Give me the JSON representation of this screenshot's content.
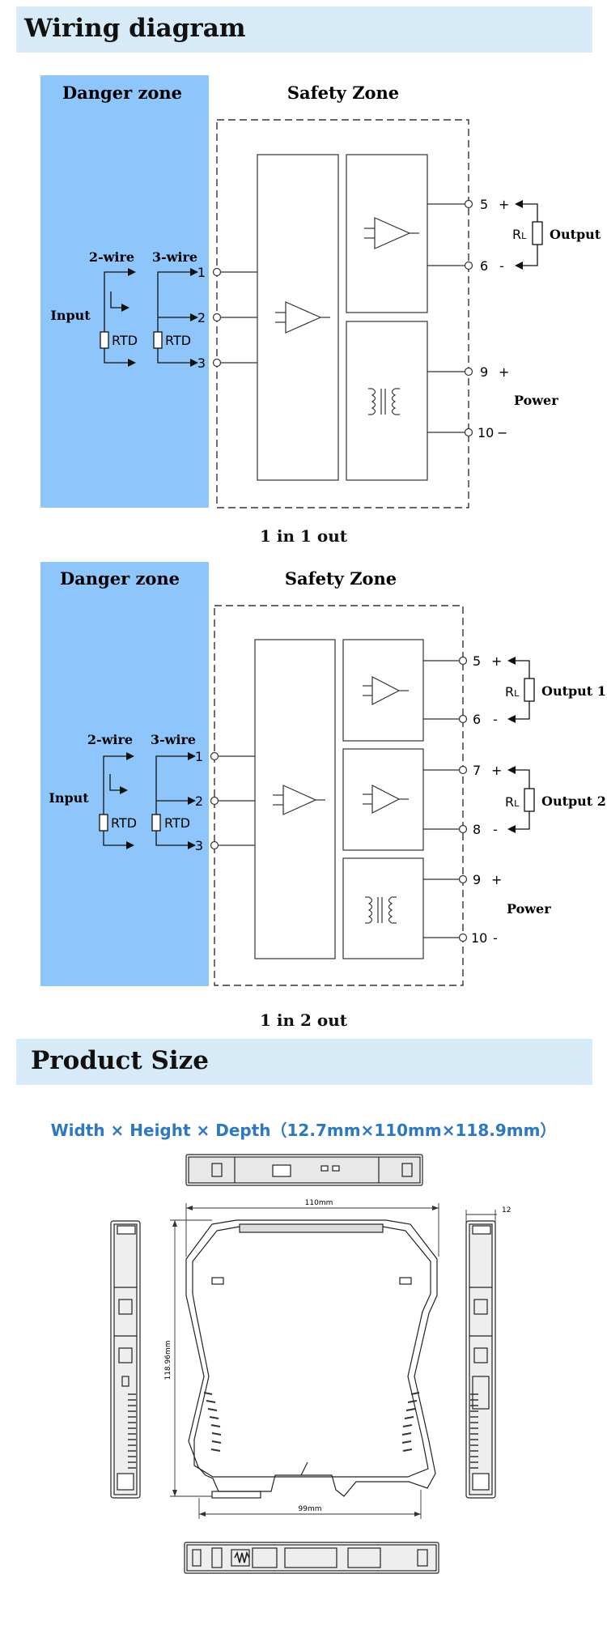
{
  "sections": {
    "wiring_title": "Wiring diagram",
    "size_title": "Product Size"
  },
  "diagram1": {
    "danger_label": "Danger zone",
    "safety_label": "Safety Zone",
    "input_label": "Input",
    "two_wire": "2-wire",
    "three_wire": "3-wire",
    "rtd": "RTD",
    "terminals_in": [
      "1",
      "2",
      "3"
    ],
    "out_terminals": [
      "5",
      "6"
    ],
    "out_signs": [
      "+",
      "-"
    ],
    "power_terminals": [
      "9",
      "10"
    ],
    "power_signs": [
      "+",
      "−"
    ],
    "rl_main": "R",
    "rl_sub": "L",
    "output_label": "Output",
    "power_label": "Power",
    "caption": "1 in 1 out"
  },
  "diagram2": {
    "danger_label": "Danger zone",
    "safety_label": "Safety Zone",
    "input_label": "Input",
    "two_wire": "2-wire",
    "three_wire": "3-wire",
    "rtd": "RTD",
    "terminals_in": [
      "1",
      "2",
      "3"
    ],
    "out1_terminals": [
      "5",
      "6"
    ],
    "out2_terminals": [
      "7",
      "8"
    ],
    "out_signs": [
      "+",
      "-"
    ],
    "power_terminals": [
      "9",
      "10"
    ],
    "power_signs": [
      "+",
      "-"
    ],
    "rl_main": "R",
    "rl_sub": "L",
    "output1_label": "Output 1",
    "output2_label": "Output 2",
    "power_label": "Power",
    "caption": "1 in 2 out"
  },
  "product_size": {
    "dimensions": "Width × Height × Depth（12.7mm×110mm×118.9mm）",
    "dim_width": "110mm",
    "dim_height": "118.96mm",
    "dim_depth": "12",
    "dim_base": "99mm"
  },
  "colors": {
    "danger_fill": "#8ec5fa",
    "band_fill": "#d6eaf7",
    "accent_text": "#2e78c1"
  }
}
